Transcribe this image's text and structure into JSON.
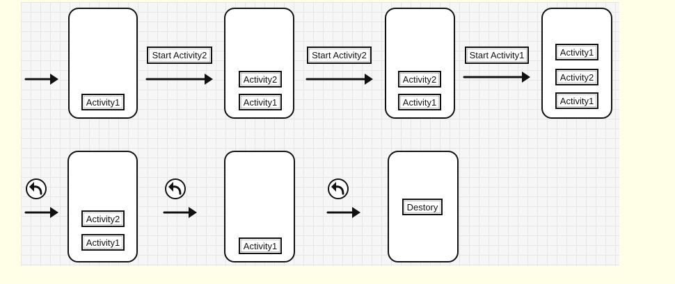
{
  "row1": {
    "stack1": [
      "Activity1"
    ],
    "label1": "Start Activity2",
    "stack2": [
      "Activity2",
      "Activity1"
    ],
    "label2": "Start Activity2",
    "stack3": [
      "Activity2",
      "Activity1"
    ],
    "label3": "Start Activity1",
    "stack4": [
      "Activity1",
      "Activity2",
      "Activity1"
    ]
  },
  "row2": {
    "stack1": [
      "Activity2",
      "Activity1"
    ],
    "stack2": [
      "Activity1"
    ],
    "stack3": [
      "Destory"
    ]
  },
  "icons": {
    "arrow": "right-arrow-icon",
    "back": "back-icon"
  },
  "colors": {
    "stroke": "#111111",
    "background": "#ffffe8",
    "grid": "#f6f6f6"
  }
}
